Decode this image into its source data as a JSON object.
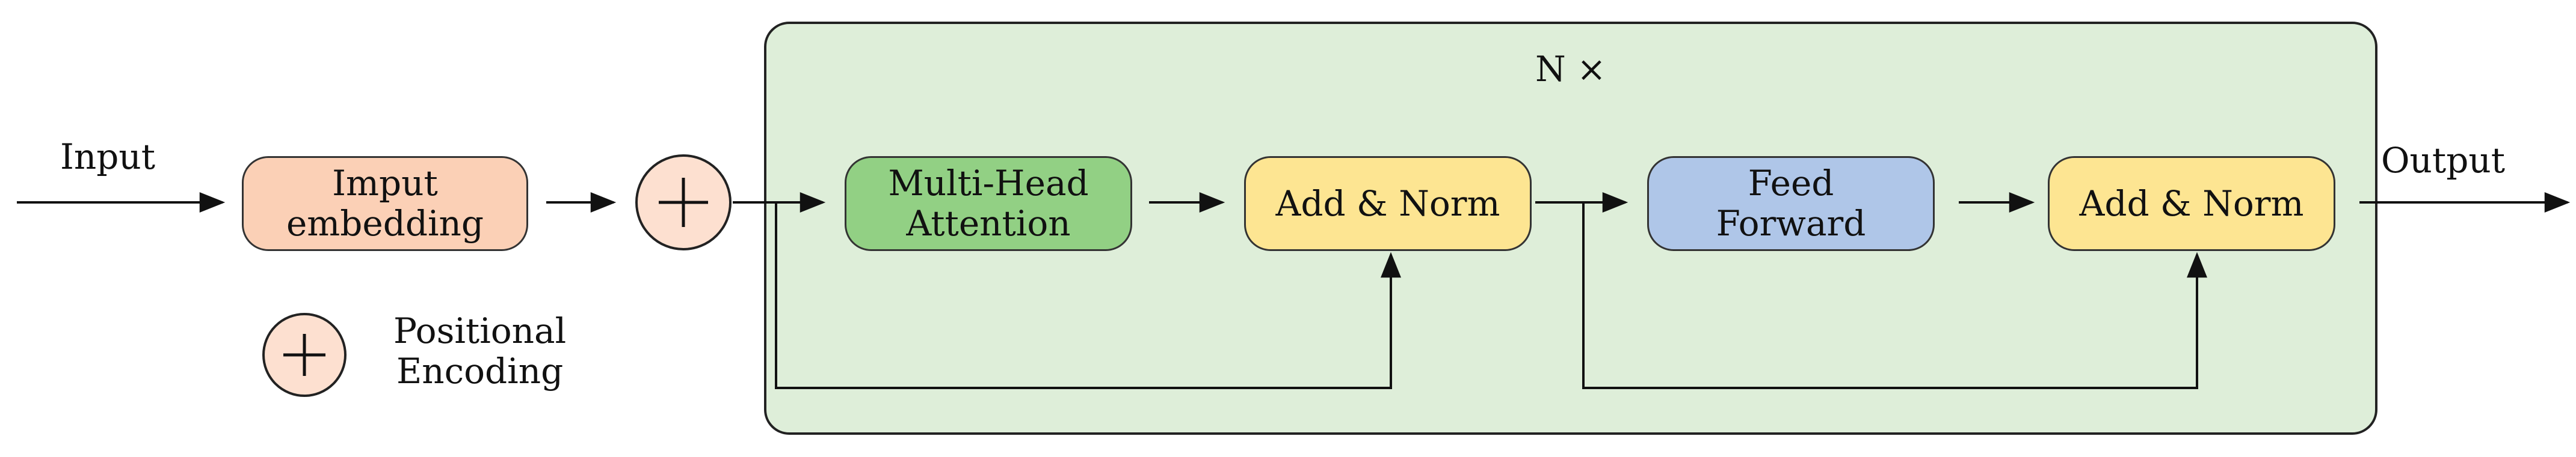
{
  "input_label": "Input",
  "output_label": "Output",
  "repeat_label": "N ×",
  "embedding": {
    "line1": "Imput",
    "line2": "embedding"
  },
  "attention": {
    "line1": "Multi-Head",
    "line2": "Attention"
  },
  "add_norm_1": "Add & Norm",
  "feed_forward": {
    "line1": "Feed",
    "line2": "Forward"
  },
  "add_norm_2": "Add & Norm",
  "legend": {
    "symbol": "+",
    "line1": "Positional",
    "line2": "Encoding"
  },
  "colors": {
    "block_bg": "#deeed9",
    "embedding": "#fbd0b6",
    "attention": "#92d084",
    "add_norm": "#fde592",
    "feed_forward": "#afc6e8",
    "plus_circle": "#fde0d0"
  }
}
